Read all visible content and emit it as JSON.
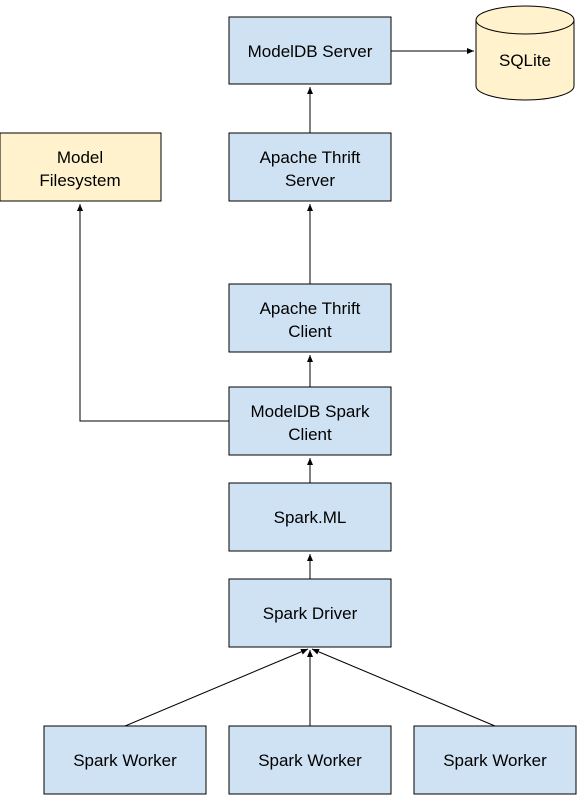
{
  "nodes": {
    "modeldb_server": "ModelDB Server",
    "sqlite": "SQLite",
    "model_filesystem": [
      "Model",
      "Filesystem"
    ],
    "thrift_server": [
      "Apache Thrift",
      "Server"
    ],
    "thrift_client": [
      "Apache Thrift",
      "Client"
    ],
    "modeldb_spark_client": [
      "ModelDB Spark",
      "Client"
    ],
    "spark_ml": "Spark.ML",
    "spark_driver": "Spark Driver",
    "spark_worker_1": "Spark Worker",
    "spark_worker_2": "Spark Worker",
    "spark_worker_3": "Spark Worker"
  },
  "colors": {
    "box_fill": "#cfe2f3",
    "highlight_fill": "#fff2cc",
    "stroke": "#000000"
  }
}
